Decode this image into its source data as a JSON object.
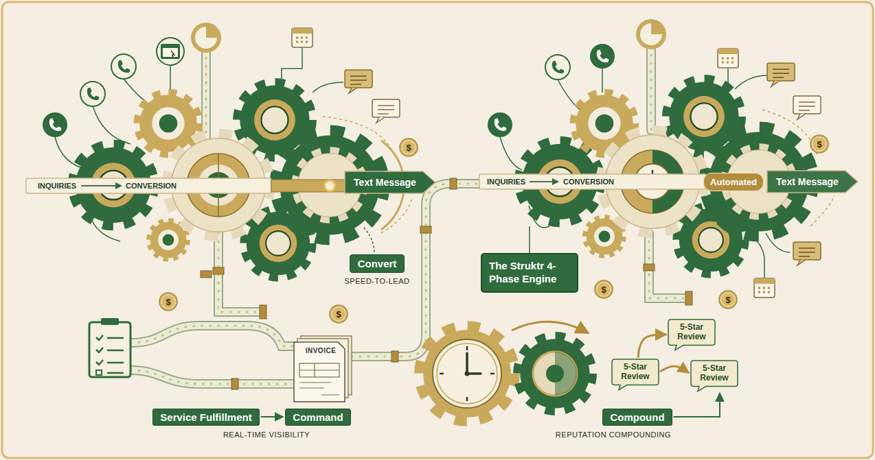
{
  "diagram": {
    "nodes": [
      {
        "text": [
          "Text Message"
        ]
      },
      {
        "text": [
          "Automated"
        ]
      },
      {
        "text": [
          "Text Message"
        ]
      },
      {
        "text": [
          "Convert",
          "SPEED-TO-LEAD"
        ]
      },
      {
        "text": [
          "The Struktr 4-Phase Engine"
        ]
      },
      {
        "text": [
          "INVOICE"
        ]
      },
      {
        "text": [
          "5-Star Review"
        ]
      },
      {
        "text": [
          "5-Star Review"
        ]
      },
      {
        "text": [
          "5-Star Review"
        ]
      },
      {
        "text": [
          "Service Fulfillment"
        ]
      },
      {
        "text": [
          "Command"
        ]
      },
      {
        "text": [
          "Compound"
        ]
      }
    ],
    "edges": [
      {
        "from": 9,
        "to": 10,
        "arrow": "to"
      },
      {
        "from": 7,
        "to": 6,
        "arrow": "to"
      },
      {
        "from": 7,
        "to": 8,
        "arrow": "to"
      },
      {
        "from": 11,
        "to": 8,
        "arrow": "to"
      }
    ],
    "labels": [
      "INQUIRIES",
      "CONVERSION",
      "$",
      "INQUIRIES",
      "CONVERSION",
      "$",
      "$",
      "$",
      "$",
      "$",
      "REAL-TIME VISIBILITY",
      "REPUTATION COMPOUNDING"
    ]
  }
}
